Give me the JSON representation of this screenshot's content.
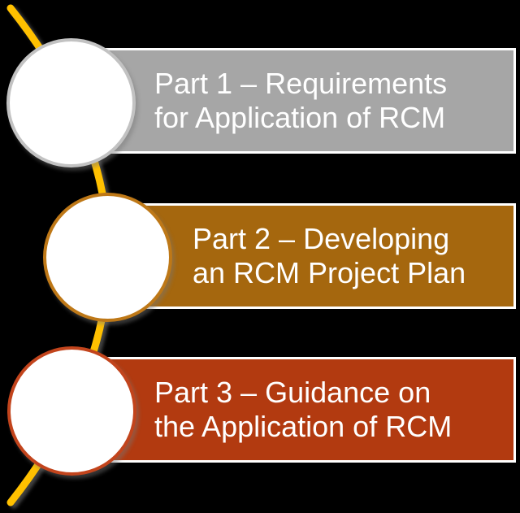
{
  "diagram": {
    "background_color": "#000000",
    "text_color": "#FFFFFF",
    "connector": {
      "color": "#FFC000",
      "description": "curved gold line threading through the three circles"
    },
    "items": [
      {
        "line1": "Part 1 – Requirements",
        "line2": "for Application of RCM",
        "bar_color": "#A6A6A6",
        "circle_border_color": "#C2C2C2"
      },
      {
        "line1": "Part 2 – Developing",
        "line2": "an RCM Project Plan",
        "bar_color": "#A5670E",
        "circle_border_color": "#BE7817"
      },
      {
        "line1": "Part 3 – Guidance on",
        "line2": "the Application of RCM",
        "bar_color": "#B23A10",
        "circle_border_color": "#C2441C"
      }
    ]
  }
}
